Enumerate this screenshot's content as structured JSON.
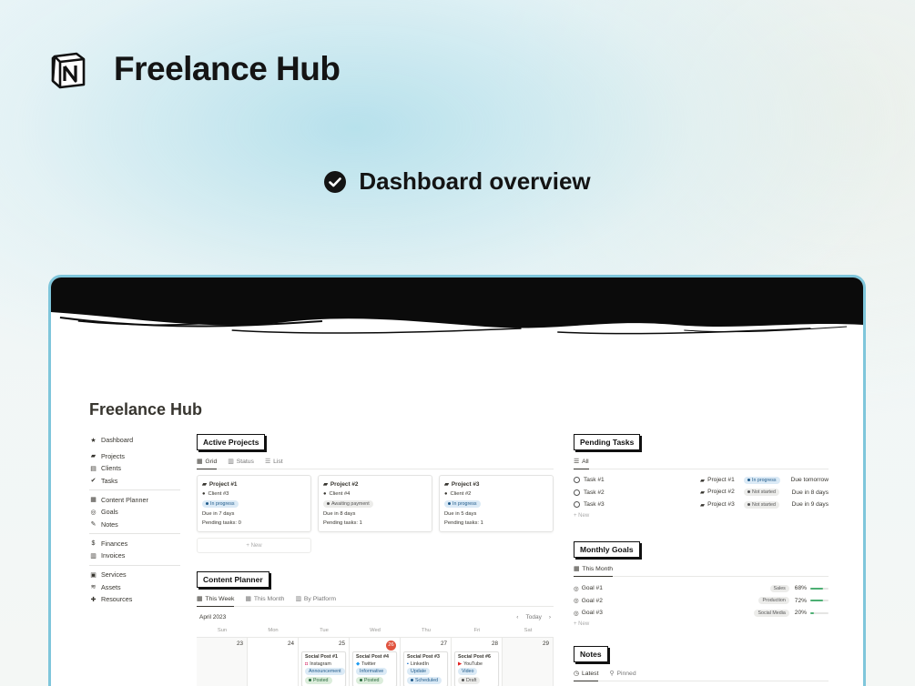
{
  "header": {
    "brand": "Freelance Hub",
    "subtitle": "Dashboard overview"
  },
  "page": {
    "title": "Freelance Hub"
  },
  "sidebar": {
    "groups": [
      [
        {
          "label": "Dashboard",
          "icon": "star-icon"
        }
      ],
      [
        {
          "label": "Projects",
          "icon": "folder-icon"
        },
        {
          "label": "Clients",
          "icon": "card-icon"
        },
        {
          "label": "Tasks",
          "icon": "check-circle-icon"
        }
      ],
      [
        {
          "label": "Content Planner",
          "icon": "calendar-icon"
        },
        {
          "label": "Goals",
          "icon": "target-icon"
        },
        {
          "label": "Notes",
          "icon": "edit-icon"
        }
      ],
      [
        {
          "label": "Finances",
          "icon": "money-icon"
        },
        {
          "label": "Invoices",
          "icon": "receipt-icon"
        }
      ],
      [
        {
          "label": "Services",
          "icon": "briefcase-icon"
        },
        {
          "label": "Assets",
          "icon": "layers-icon"
        },
        {
          "label": "Resources",
          "icon": "wrench-icon"
        }
      ]
    ]
  },
  "active_projects": {
    "title": "Active Projects",
    "tabs": [
      "Grid",
      "Status",
      "List"
    ],
    "new_label": "+ New",
    "cards": [
      {
        "name": "Project #1",
        "client": "Client #3",
        "status": "In progress",
        "status_color": "blue",
        "due": "Due in 7 days",
        "pending": "Pending tasks: 0"
      },
      {
        "name": "Project #2",
        "client": "Client #4",
        "status": "Awaiting payment",
        "status_color": "gray",
        "due": "Due in 8 days",
        "pending": "Pending tasks: 1"
      },
      {
        "name": "Project #3",
        "client": "Client #2",
        "status": "In progress",
        "status_color": "blue",
        "due": "Due in 5 days",
        "pending": "Pending tasks: 1"
      }
    ]
  },
  "content_planner": {
    "title": "Content Planner",
    "tabs": [
      "This Week",
      "This Month",
      "By Platform"
    ],
    "month": "April 2023",
    "today_label": "Today",
    "weekdays": [
      "Sun",
      "Mon",
      "Tue",
      "Wed",
      "Thu",
      "Fri",
      "Sat"
    ],
    "days": [
      "23",
      "24",
      "25",
      "26",
      "27",
      "28",
      "29"
    ],
    "posts": [
      null,
      null,
      {
        "title": "Social Post #1",
        "platform": "Instagram",
        "type": "Announcement",
        "status": "Posted"
      },
      {
        "title": "Social Post #4",
        "platform": "Twitter",
        "type": "Informative",
        "status": "Posted"
      },
      {
        "title": "Social Post #3",
        "platform": "LinkedIn",
        "type": "Update",
        "status": "Scheduled"
      },
      {
        "title": "Social Post #6",
        "platform": "YouTube",
        "type": "Video",
        "status": "Draft"
      },
      null
    ]
  },
  "pending_tasks": {
    "title": "Pending Tasks",
    "tab": "All",
    "new_label": "+ New",
    "rows": [
      {
        "task": "Task #1",
        "project": "Project #1",
        "status": "In progress",
        "due": "Due tomorrow"
      },
      {
        "task": "Task #2",
        "project": "Project #2",
        "status": "Not started",
        "due": "Due in 8 days"
      },
      {
        "task": "Task #3",
        "project": "Project #3",
        "status": "Not started",
        "due": "Due in 9 days"
      }
    ]
  },
  "monthly_goals": {
    "title": "Monthly Goals",
    "tab": "This Month",
    "new_label": "+ New",
    "rows": [
      {
        "goal": "Goal #1",
        "area": "Sales",
        "percent": "68%",
        "progress": 0.68
      },
      {
        "goal": "Goal #2",
        "area": "Production",
        "percent": "72%",
        "progress": 0.72
      },
      {
        "goal": "Goal #3",
        "area": "Social Media",
        "percent": "20%",
        "progress": 0.2
      }
    ]
  },
  "notes": {
    "title": "Notes",
    "tabs": [
      "Latest",
      "Pinned"
    ]
  }
}
